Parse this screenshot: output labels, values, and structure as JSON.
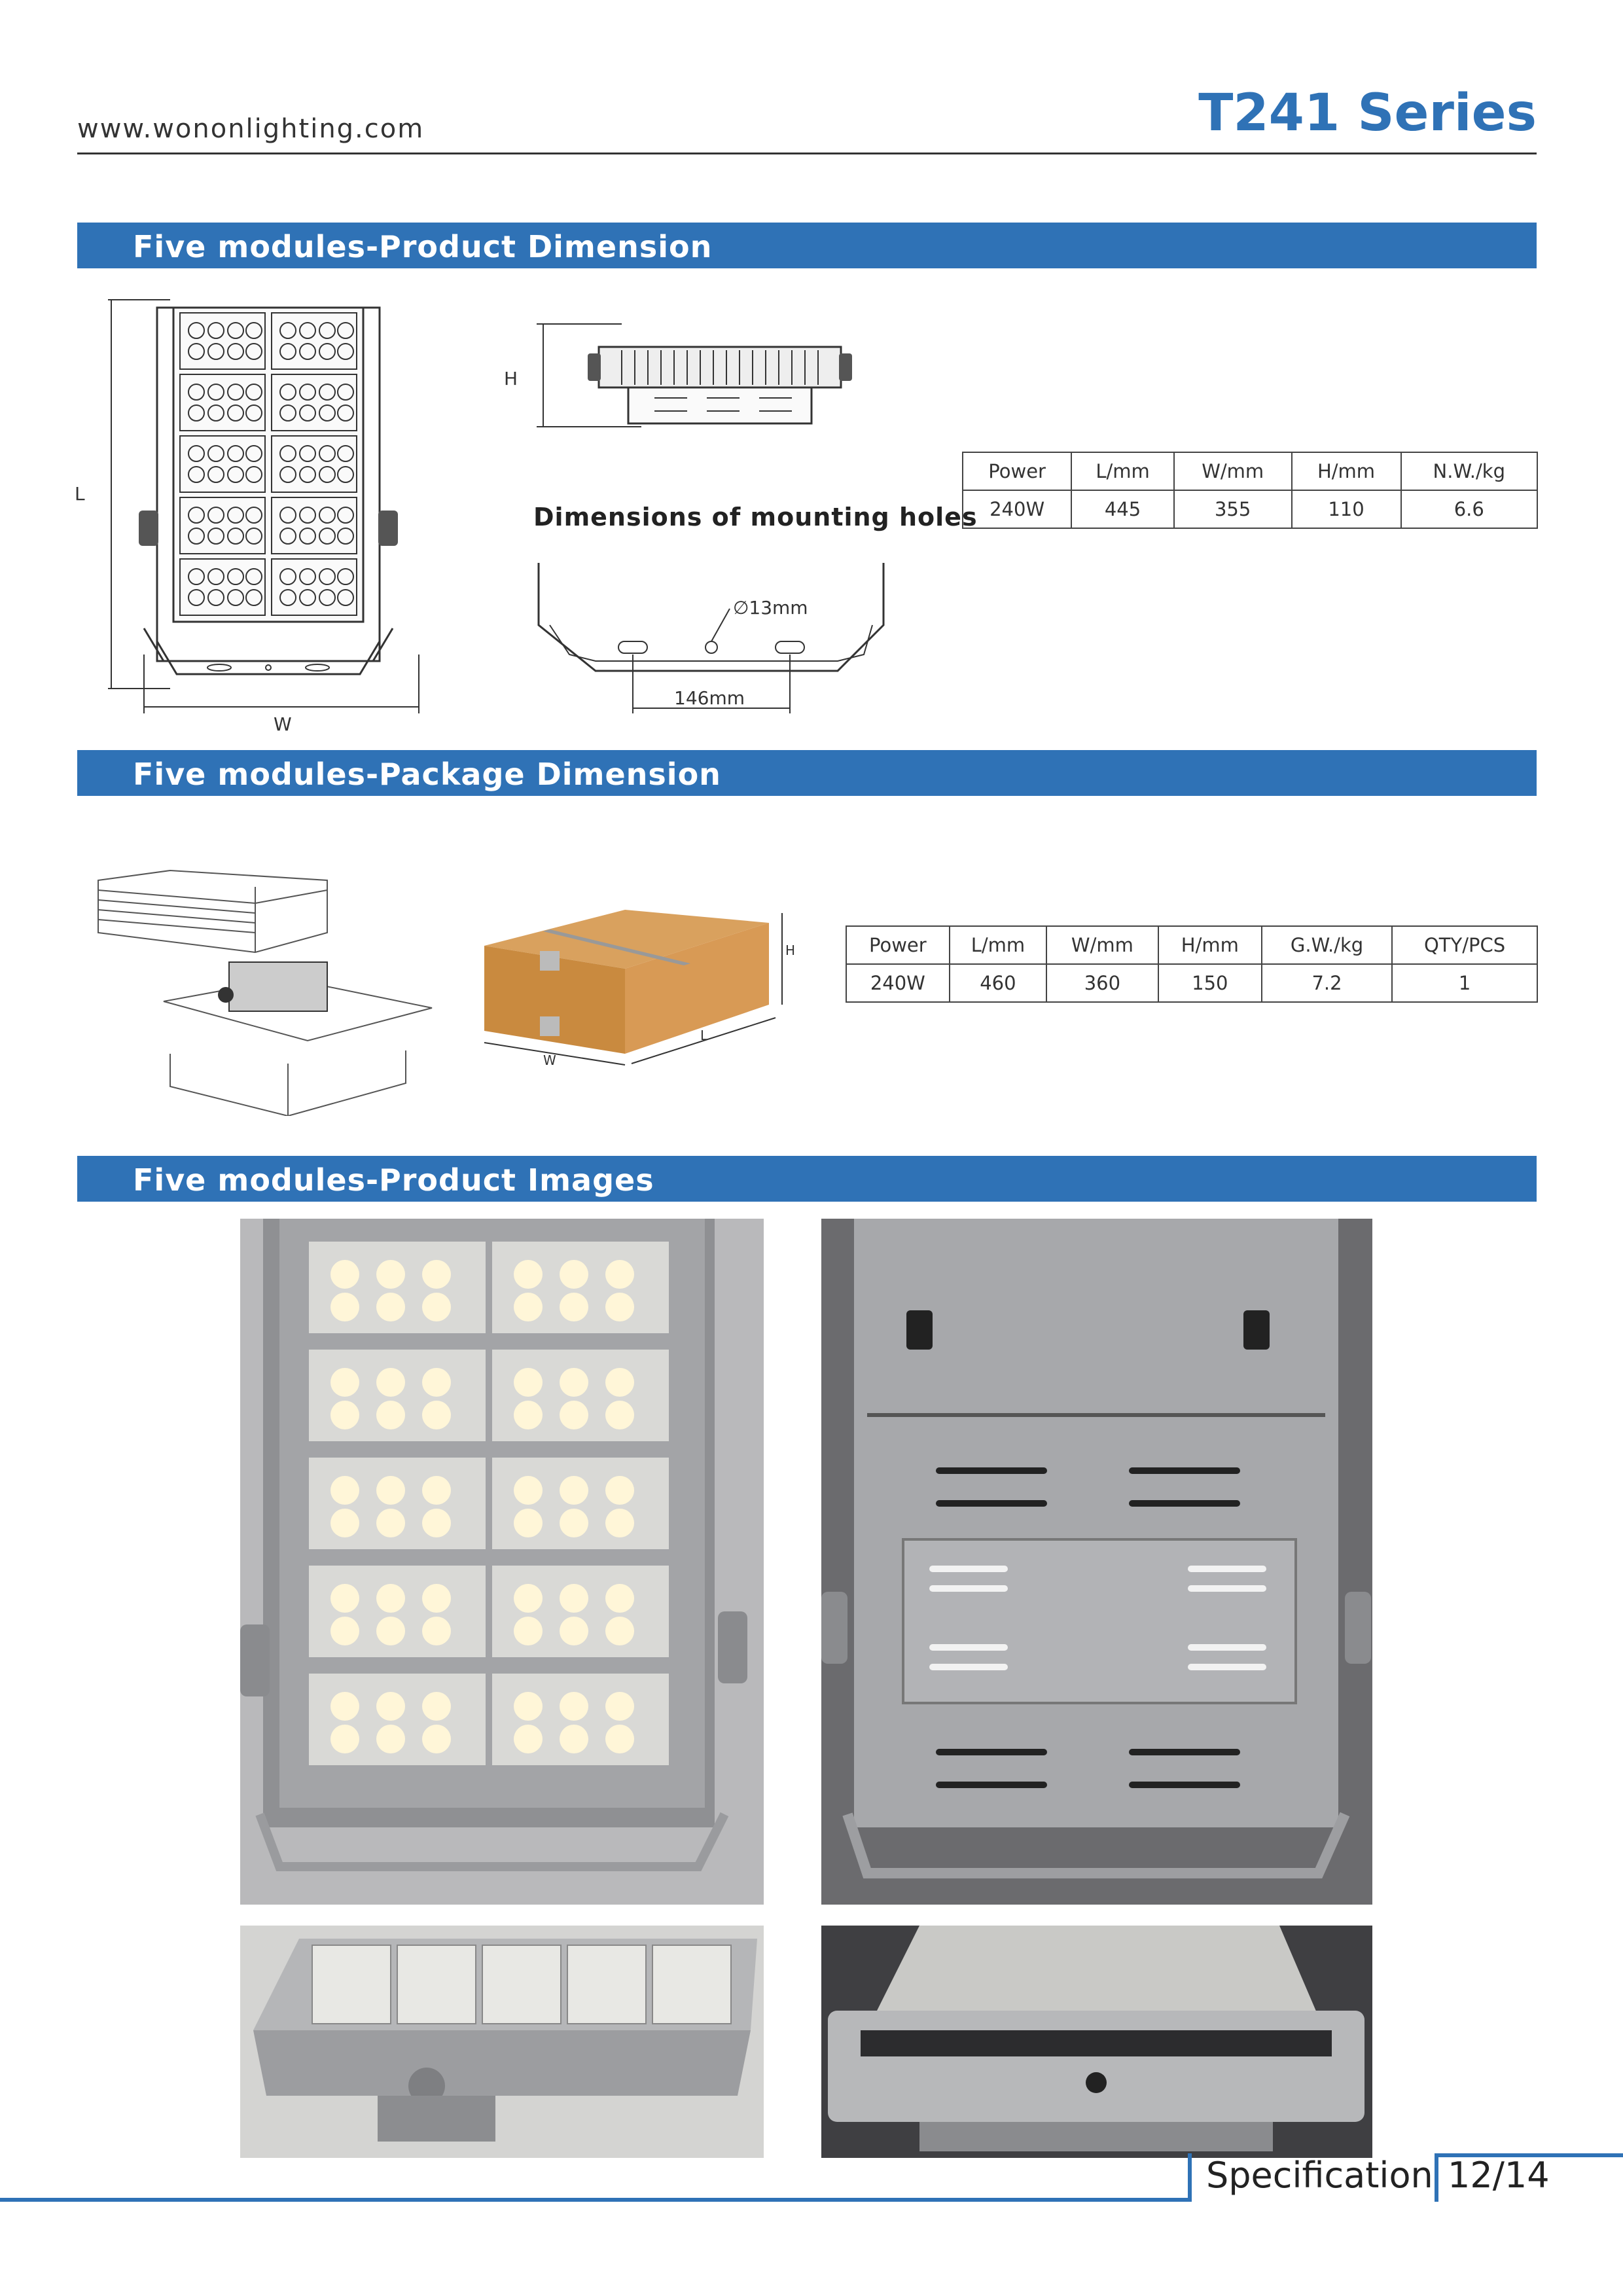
{
  "header": {
    "website": "www.wononlighting.com",
    "series": "T241 Series"
  },
  "sections": {
    "product_dimension": "Five modules-Product Dimension",
    "package_dimension": "Five modules-Package Dimension",
    "product_images": "Five modules-Product Images"
  },
  "product_drawing": {
    "label_l": "L",
    "label_w": "W",
    "label_h": "H",
    "mounting_title": "Dimensions of mounting holes",
    "hole_diameter": "∅13mm",
    "hole_spacing": "146mm"
  },
  "product_table": {
    "headers": [
      "Power",
      "L/mm",
      "W/mm",
      "H/mm",
      "N.W./kg"
    ],
    "row": [
      "240W",
      "445",
      "355",
      "110",
      "6.6"
    ]
  },
  "package_drawing": {
    "label_h": "H",
    "label_w": "W",
    "label_l": "L"
  },
  "package_table": {
    "headers": [
      "Power",
      "L/mm",
      "W/mm",
      "H/mm",
      "G.W./kg",
      "QTY/PCS"
    ],
    "row": [
      "240W",
      "460",
      "360",
      "150",
      "7.2",
      "1"
    ]
  },
  "footer": {
    "label": "Specification",
    "page": "12/14"
  },
  "colors": {
    "accent": "#2f72b6"
  }
}
